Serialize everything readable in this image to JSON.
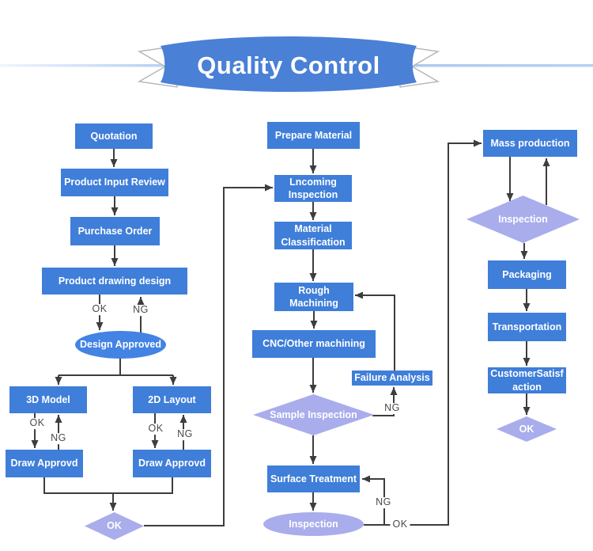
{
  "banner": {
    "title": "Quality Control"
  },
  "colors": {
    "ribbon_blue": "#4a80d6",
    "box_blue": "#3f7ed9",
    "approved_ellipse_blue": "#4283e4",
    "soft_purple_shape": "#a9adec",
    "connector_dark": "#3d3d3d",
    "edge_label_gray": "#4a4a4a",
    "accent_line_blue": "#a9c8f0"
  },
  "nodes": {
    "quotation": "Quotation",
    "product_input_review": "Product Input Review",
    "purchase_order": "Purchase Order",
    "product_drawing_design": "Product drawing design",
    "design_approved": "Design Approved",
    "model_3d": "3D Model",
    "layout_2d": "2D Layout",
    "draw_approvd_left": "Draw Approvd",
    "draw_approvd_right": "Draw Approvd",
    "ok_left": "OK",
    "prepare_material": "Prepare Material",
    "lncoming_inspection": "Lncoming Inspection",
    "material_classification": "Material Classification",
    "rough_machining": "Rough Machining",
    "cnc_other_machining": "CNC/Other machining",
    "failure_analysis": "Failure Analysis",
    "sample_inspection": "Sample Inspection",
    "surface_treatment": "Surface Treatment",
    "inspection_mid": "Inspection",
    "mass_production": "Mass production",
    "inspection_right": "Inspection",
    "packaging": "Packaging",
    "transportation": "Transportation",
    "customer_satisfaction": "CustomerSatisf action",
    "ok_right": "OK"
  },
  "edge_labels": {
    "design_ok": "OK",
    "design_ng": "NG",
    "model3d_ok": "OK",
    "model3d_ng": "NG",
    "layout2d_ok": "OK",
    "layout2d_ng": "NG",
    "sample_ng": "NG",
    "final_ng": "NG",
    "final_ok": "OK"
  }
}
